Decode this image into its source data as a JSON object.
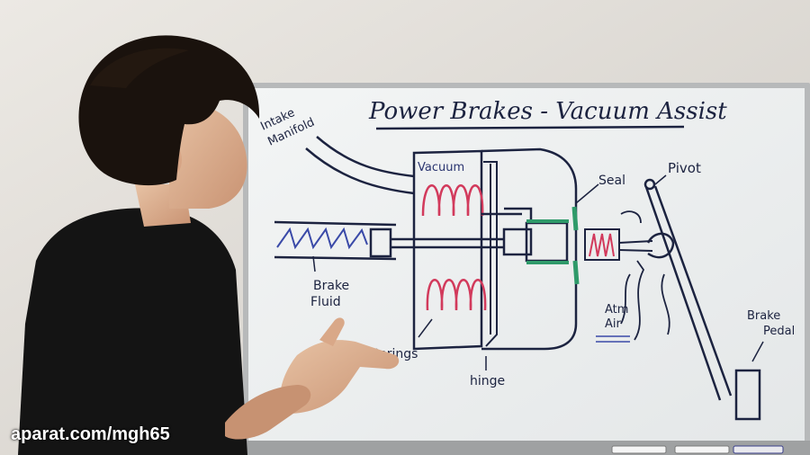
{
  "board": {
    "title": "Power Brakes - Vacuum Assist",
    "labels": {
      "intake_manifold_1": "Intake",
      "intake_manifold_2": "Manifold",
      "vacuum": "Vacuum",
      "seal": "Seal",
      "pivot": "Pivot",
      "brake_fluid_1": "Brake",
      "brake_fluid_2": "Fluid",
      "atm_air_1": "Atm",
      "atm_air_2": "Air",
      "springs": "Springs",
      "hinge": "hinge",
      "brake_pedal_1": "Brake",
      "brake_pedal_2": "Pedal"
    }
  },
  "watermark": "aparat.com/mgh65",
  "colors": {
    "marker_blue": "#1c2340",
    "marker_red": "#d23a5c",
    "marker_green": "#2f9a6a",
    "board": "#eef0f0",
    "wall": "#d9d6d1"
  }
}
